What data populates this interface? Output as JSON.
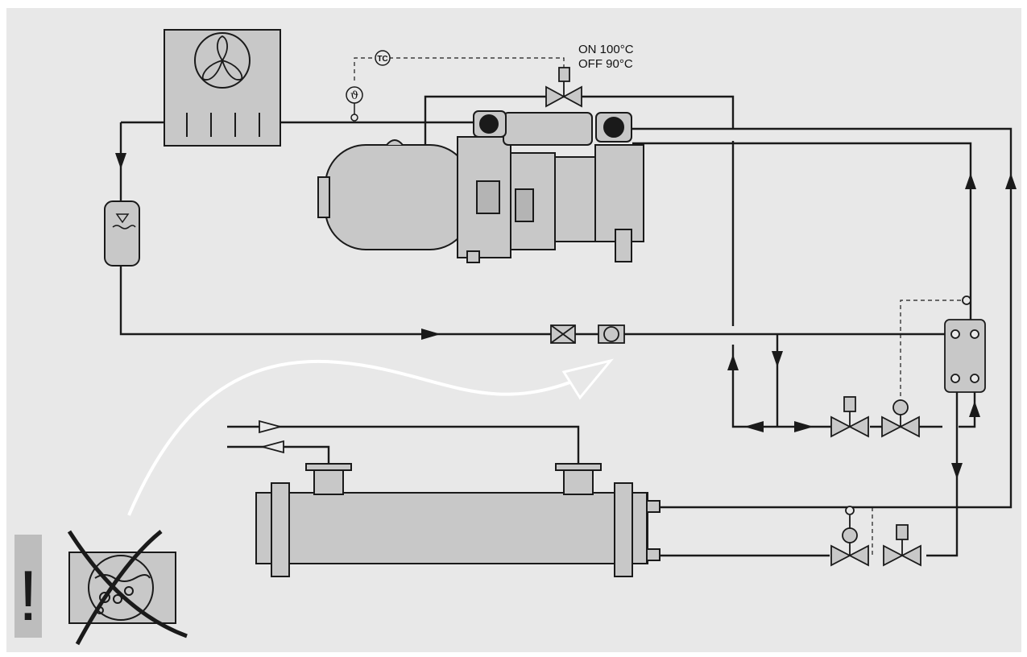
{
  "labels": {
    "thermostat": "TC",
    "sensor": "ϑ",
    "setpoint_on": "ON 100°C",
    "setpoint_off": "OFF 90°C",
    "warning": "!"
  },
  "icons": {
    "condenser": "fan-icon",
    "receiver": "liquid-level-icon",
    "warning": "exclamation-icon",
    "oil_separator_crossed": "crossed-out-icon"
  },
  "colors": {
    "background": "#e8e8e8",
    "component": "#c8c8c8",
    "line": "#1a1a1a",
    "warning_panel": "#bdbdbd"
  }
}
